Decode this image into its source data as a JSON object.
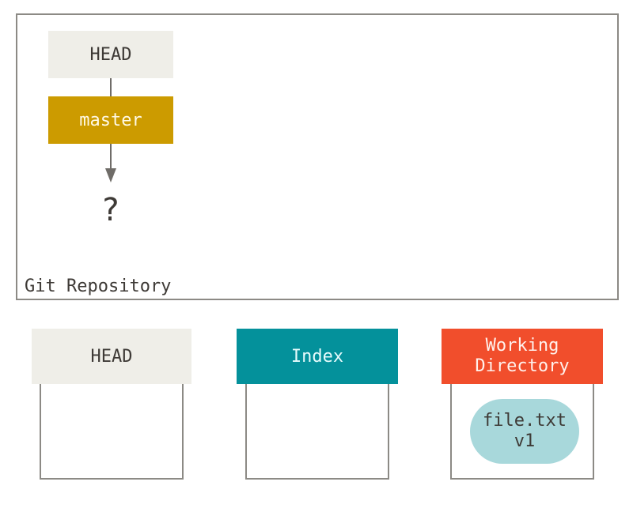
{
  "repository": {
    "label": "Git Repository",
    "head_ref": "HEAD",
    "branch": "master",
    "target": "?"
  },
  "trees": [
    {
      "title": "HEAD"
    },
    {
      "title": "Index"
    },
    {
      "title_line1": "Working",
      "title_line2": "Directory",
      "file_name": "file.txt",
      "file_version": "v1"
    }
  ],
  "colors": {
    "head": "#efeee8",
    "branch": "#cc9b00",
    "index": "#04919b",
    "working_directory": "#f14e2c",
    "file": "#a8d8db",
    "border": "#8c8a85"
  }
}
